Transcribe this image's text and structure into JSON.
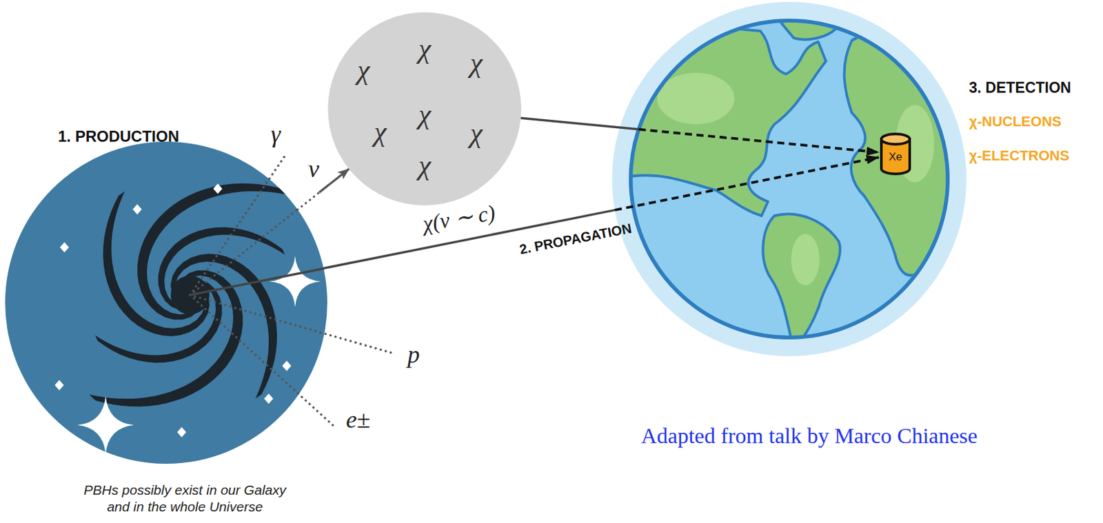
{
  "diagram": {
    "nodes": [
      {
        "text": [
          "1. PRODUCTION",
          "PBHs possibly exist in our Galaxy and in the whole Universe"
        ]
      },
      {
        "text": [
          "χ",
          "χ",
          "χ",
          "χ",
          "χ",
          "χ",
          "χ"
        ]
      },
      {
        "text": [
          "3. DETECTION",
          "χ-NUCLEONS",
          "χ-ELECTRONS"
        ]
      },
      {
        "text": [
          "Xe"
        ],
        "in": 2
      }
    ],
    "edges": [
      {
        "from": 0,
        "to": 1,
        "label": "ν",
        "arrow": "to"
      },
      {
        "from": 1,
        "to": 3,
        "arrow": "to"
      },
      {
        "from": 0,
        "to": 3,
        "label": "χ(v ∼ c)",
        "arrow": "to"
      }
    ],
    "labels": [
      "γ",
      "p",
      "e±",
      "2. PROPAGATION",
      "Adapted from talk by Marco Chianese"
    ]
  }
}
